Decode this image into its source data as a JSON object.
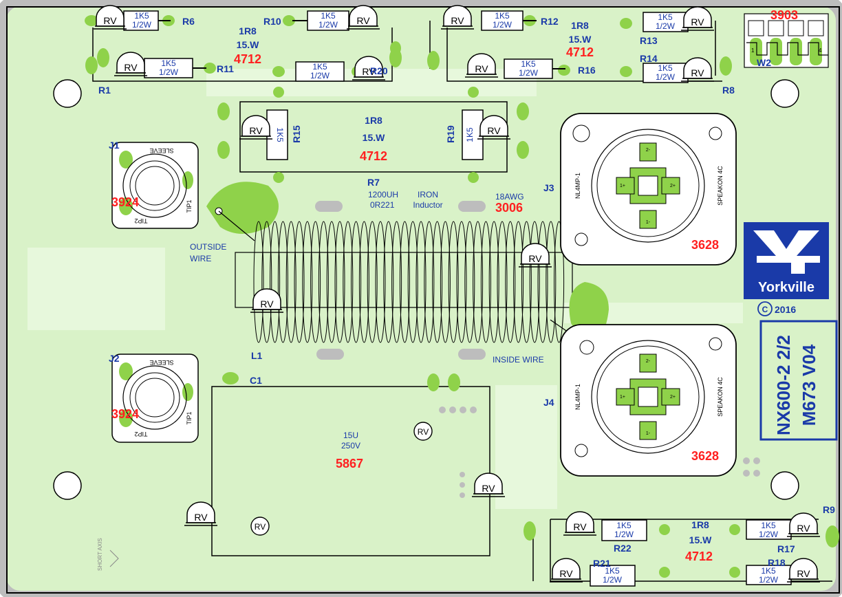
{
  "board": {
    "logo_text": "Yorkville",
    "copyright_symbol": "C",
    "copyright_year": "2016",
    "title_line1": "NX600-2 2/2",
    "title_line2": "M673 V04",
    "connector_w2_part": "3903",
    "connector_w2_label": "W2",
    "connector_w2_pin1": "1",
    "connector_w2_pin4": "4",
    "short_axis_label": "SHORT AXIS",
    "colors": {
      "board": "#d9f2c8",
      "copper": "#8fd24a",
      "ref_blue": "#1a3aa8",
      "part_red": "#ff2020"
    }
  },
  "resistors": {
    "r_value": "1K5",
    "r_power": "1/2W",
    "rv_label": "RV",
    "group_value": "1R8",
    "group_power": "15.W",
    "group_part": "4712",
    "refs": {
      "r1": "R1",
      "r6": "R6",
      "r10": "R10",
      "r11": "R11",
      "r20": "R20",
      "r12": "R12",
      "r16": "R16",
      "r13": "R13",
      "r14": "R14",
      "r8": "R8",
      "r15": "R15",
      "r19": "R19",
      "r7": "R7",
      "r9": "R9",
      "r22": "R22",
      "r17": "R17",
      "r21": "R21",
      "r18": "R18"
    }
  },
  "inductor": {
    "ref": "L1",
    "value": "1200UH",
    "resistance": "0R221",
    "type_line1": "IRON",
    "type_line2": "Inductor",
    "wire_gauge": "18AWG",
    "part": "3006",
    "outside_line1": "OUTSIDE",
    "outside_line2": "WIRE",
    "inside_label": "INSIDE WIRE"
  },
  "capacitor": {
    "ref": "C1",
    "value": "15U",
    "voltage": "250V",
    "part": "5867"
  },
  "jacks": {
    "j1_ref": "J1",
    "j2_ref": "J2",
    "jack_part": "3924",
    "sleeve": "SLEEVE",
    "tip1": "TIP1",
    "tip2": "TIP2"
  },
  "speakons": {
    "j3_ref": "J3",
    "j4_ref": "J4",
    "part": "3628",
    "model": "NL4MP-1",
    "label": "SPEAKON 4C",
    "pin1p": "1+",
    "pin1m": "1-",
    "pin2p": "2+",
    "pin2m": "2-"
  }
}
